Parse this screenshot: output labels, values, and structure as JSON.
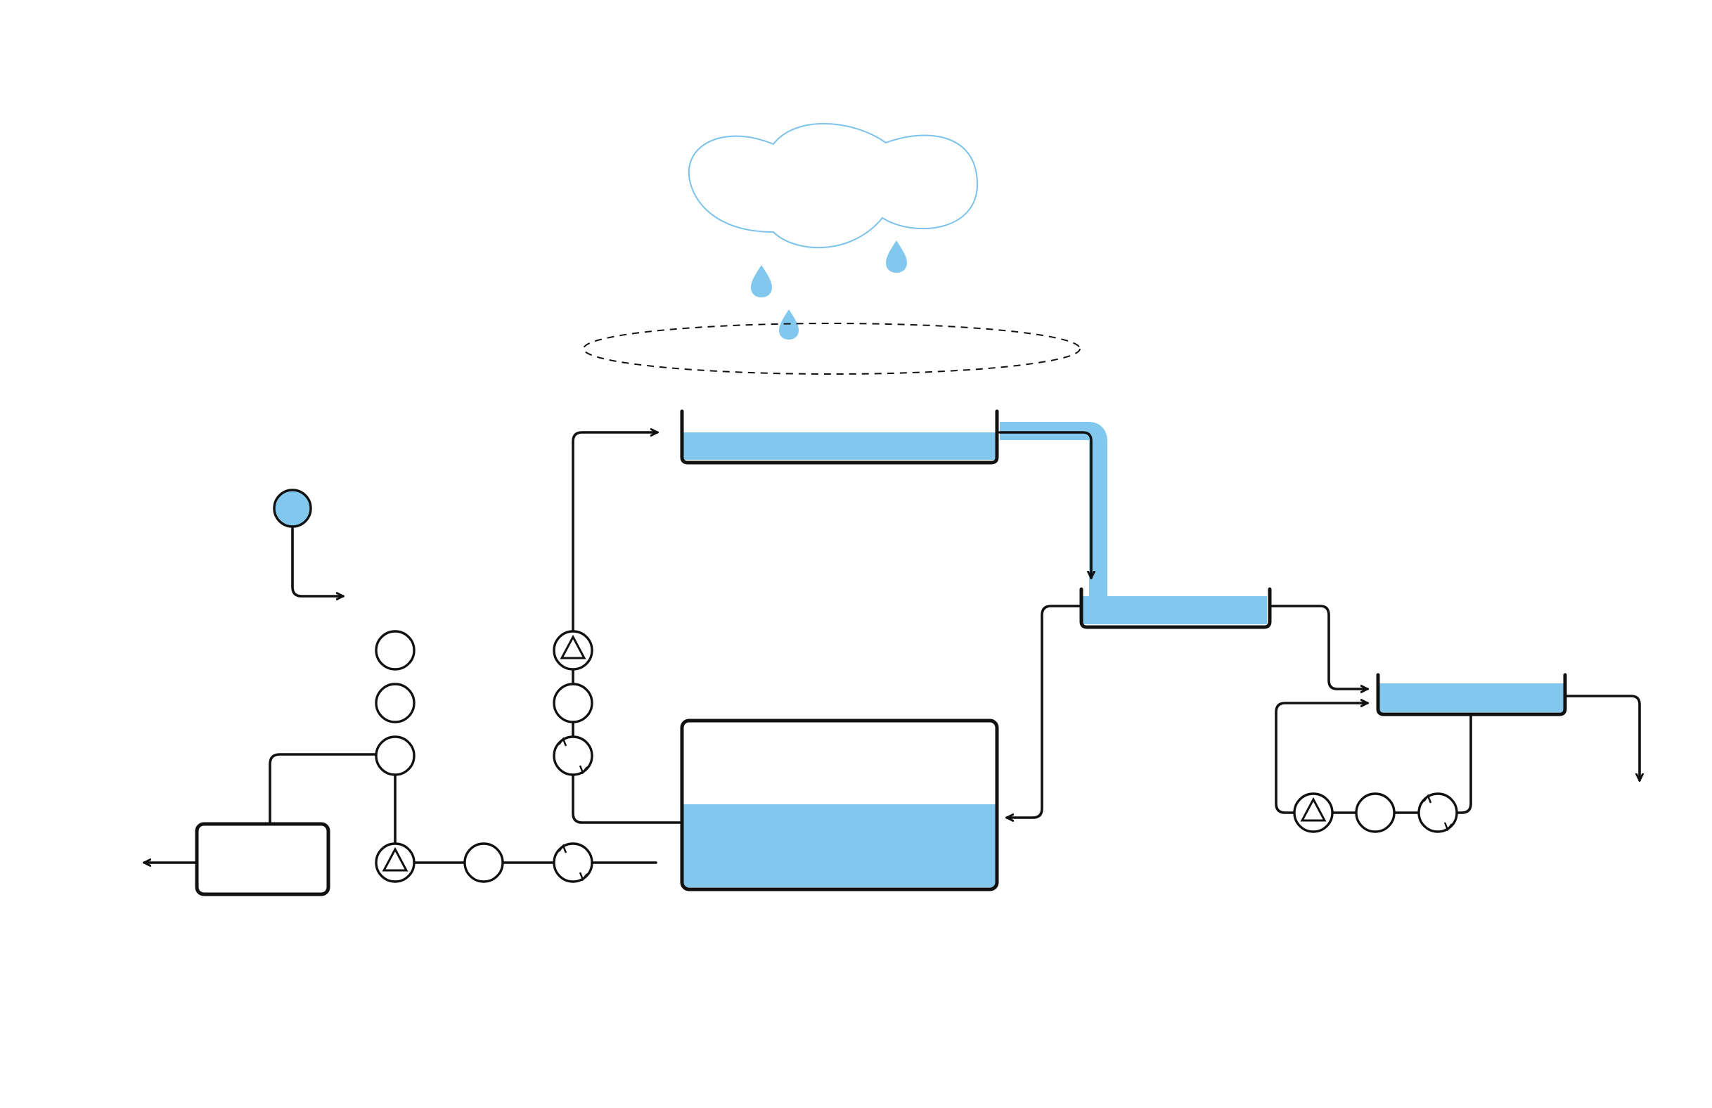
{
  "diagram": {
    "title": "",
    "labels": []
  },
  "colors": {
    "water": "#82c8ee",
    "cloud_outline": "#7cc2ea",
    "line": "#111111"
  },
  "tanks": {
    "roof_tank_level": 0.55,
    "mid_tank_level": 0.62,
    "right_tank_level": 0.72,
    "storage_tank_level": 0.5
  },
  "icons": {
    "cloud": "cloud-icon",
    "raindrop": "raindrop-icon",
    "pump": "pump-icon",
    "filter": "filter-icon",
    "valve": "valve-icon",
    "source": "water-source-icon",
    "arrow": "arrow-icon"
  }
}
